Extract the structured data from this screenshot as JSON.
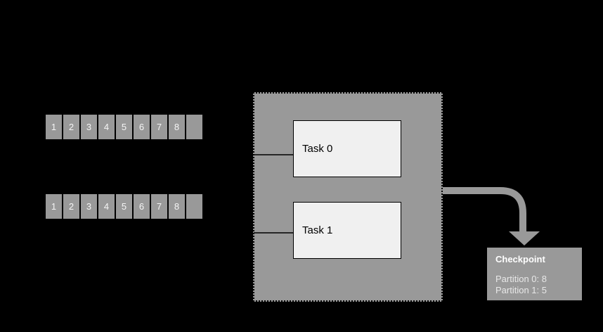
{
  "colors": {
    "background": "#000000",
    "gray": "#999999",
    "task_fill": "#f0f0f0",
    "border": "#000000",
    "cell_text": "#f5f5f5",
    "checkpoint_title_text": "#ffffff",
    "checkpoint_body_text": "#e8e8e8"
  },
  "partitions": [
    {
      "id": "partition-0",
      "cells": [
        "1",
        "2",
        "3",
        "4",
        "5",
        "6",
        "7",
        "8",
        ""
      ]
    },
    {
      "id": "partition-1",
      "cells": [
        "1",
        "2",
        "3",
        "4",
        "5",
        "6",
        "7",
        "8",
        ""
      ]
    }
  ],
  "tasks": [
    {
      "label": "Task 0"
    },
    {
      "label": "Task 1"
    }
  ],
  "checkpoint": {
    "title": "Checkpoint",
    "entries": [
      "Partition 0: 8",
      "Partition 1: 5"
    ]
  }
}
